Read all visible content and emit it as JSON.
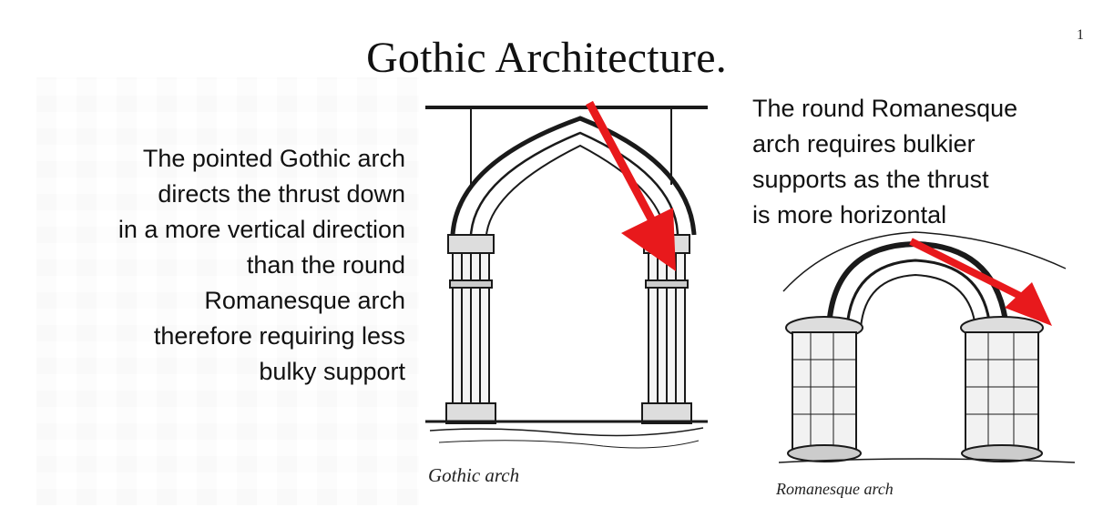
{
  "slide": {
    "title": "Gothic Architecture.",
    "page_number": "1",
    "left_text": [
      "The pointed Gothic arch",
      "directs the thrust down",
      "in a more vertical direction",
      "than the round",
      "Romanesque arch",
      "therefore requiring less",
      "bulky support"
    ],
    "right_text": [
      "The round Romanesque",
      "arch requires bulkier",
      "supports as the thrust",
      "is more horizontal"
    ],
    "captions": {
      "gothic": "Gothic arch",
      "romanesque": "Romanesque arch"
    },
    "colors": {
      "arrow": "#e8191c",
      "ink": "#1a1a1a"
    },
    "icons": {
      "gothic_figure": "gothic-arch-illustration",
      "romanesque_figure": "romanesque-arch-illustration",
      "thrust_arrow": "red-arrow"
    }
  }
}
